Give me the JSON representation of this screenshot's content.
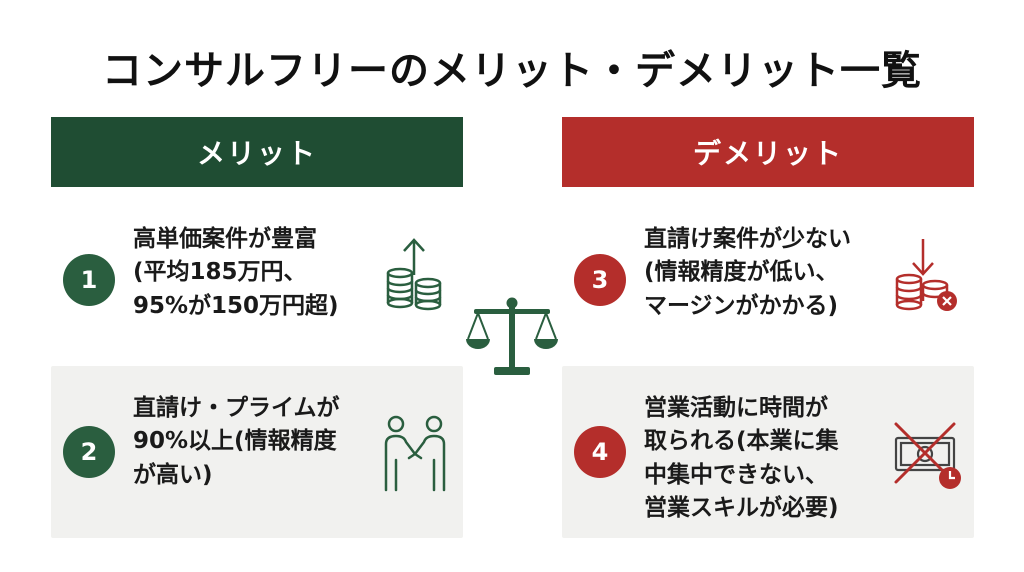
{
  "title": "コンサルフリーのメリット・デメリット一覧",
  "merit": {
    "header": "メリット",
    "items": [
      {
        "number": "1",
        "lines": [
          "高単価案件が豊富",
          "(平均185万円、",
          "95%が150万円超)"
        ],
        "icon": "coins-arrow-up-icon"
      },
      {
        "number": "2",
        "lines": [
          "直請け・プライムが",
          "90%以上(情報精度",
          "が高い)"
        ],
        "icon": "handshake-icon"
      }
    ]
  },
  "demerit": {
    "header": "デメリット",
    "items": [
      {
        "number": "3",
        "lines": [
          "直請け案件が少ない",
          "(情報精度が低い、",
          "マージンがかかる)"
        ],
        "icon": "coins-arrow-down-icon"
      },
      {
        "number": "4",
        "lines": [
          "営業活動に時間が",
          "取られる(本業に集",
          "中集中できない、",
          "営業スキルが必要)"
        ],
        "icon": "crossed-money-clock-icon"
      }
    ]
  },
  "center_icon": "balance-scale-icon",
  "colors": {
    "merit": "#1f4d33",
    "merit_icon": "#2a5e3f",
    "demerit": "#b42e2b"
  }
}
